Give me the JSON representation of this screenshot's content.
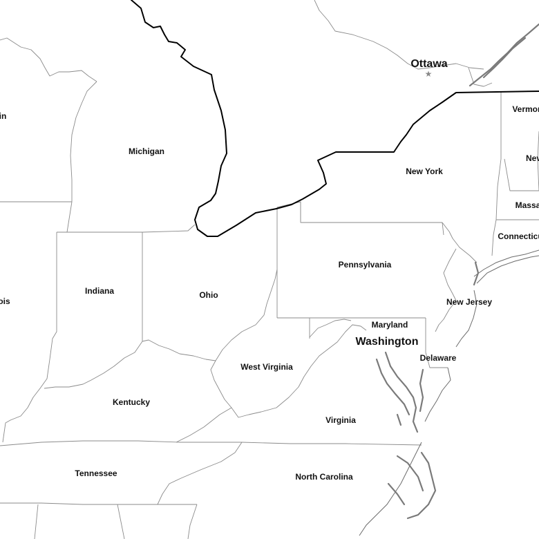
{
  "map": {
    "states": [
      {
        "id": "wisconsin",
        "label": "in"
      },
      {
        "id": "michigan",
        "label": "Michigan"
      },
      {
        "id": "illinois",
        "label": "ois"
      },
      {
        "id": "indiana",
        "label": "Indiana"
      },
      {
        "id": "ohio",
        "label": "Ohio"
      },
      {
        "id": "kentucky",
        "label": "Kentucky"
      },
      {
        "id": "tennessee",
        "label": "Tennessee"
      },
      {
        "id": "west-virginia",
        "label": "West Virginia"
      },
      {
        "id": "virginia",
        "label": "Virginia"
      },
      {
        "id": "north-carolina",
        "label": "North Carolina"
      },
      {
        "id": "pennsylvania",
        "label": "Pennsylvania"
      },
      {
        "id": "new-york",
        "label": "New York"
      },
      {
        "id": "new-jersey",
        "label": "New Jersey"
      },
      {
        "id": "maryland",
        "label": "Maryland"
      },
      {
        "id": "delaware",
        "label": "Delaware"
      },
      {
        "id": "vermont",
        "label": "Vermor"
      },
      {
        "id": "new-hampshire",
        "label": "Nev"
      },
      {
        "id": "massachusetts",
        "label": "Massa"
      },
      {
        "id": "connecticut",
        "label": "Connecticu"
      }
    ],
    "capitals": [
      {
        "id": "ottawa",
        "label": "Ottawa",
        "marker": "star-icon"
      },
      {
        "id": "washington",
        "label": "Washington"
      }
    ],
    "colors": {
      "background": "#ffffff",
      "state_border": "#8a8a8a",
      "international_border": "#000000",
      "water": "#7a7a7a",
      "capital_marker": "#888888"
    }
  }
}
